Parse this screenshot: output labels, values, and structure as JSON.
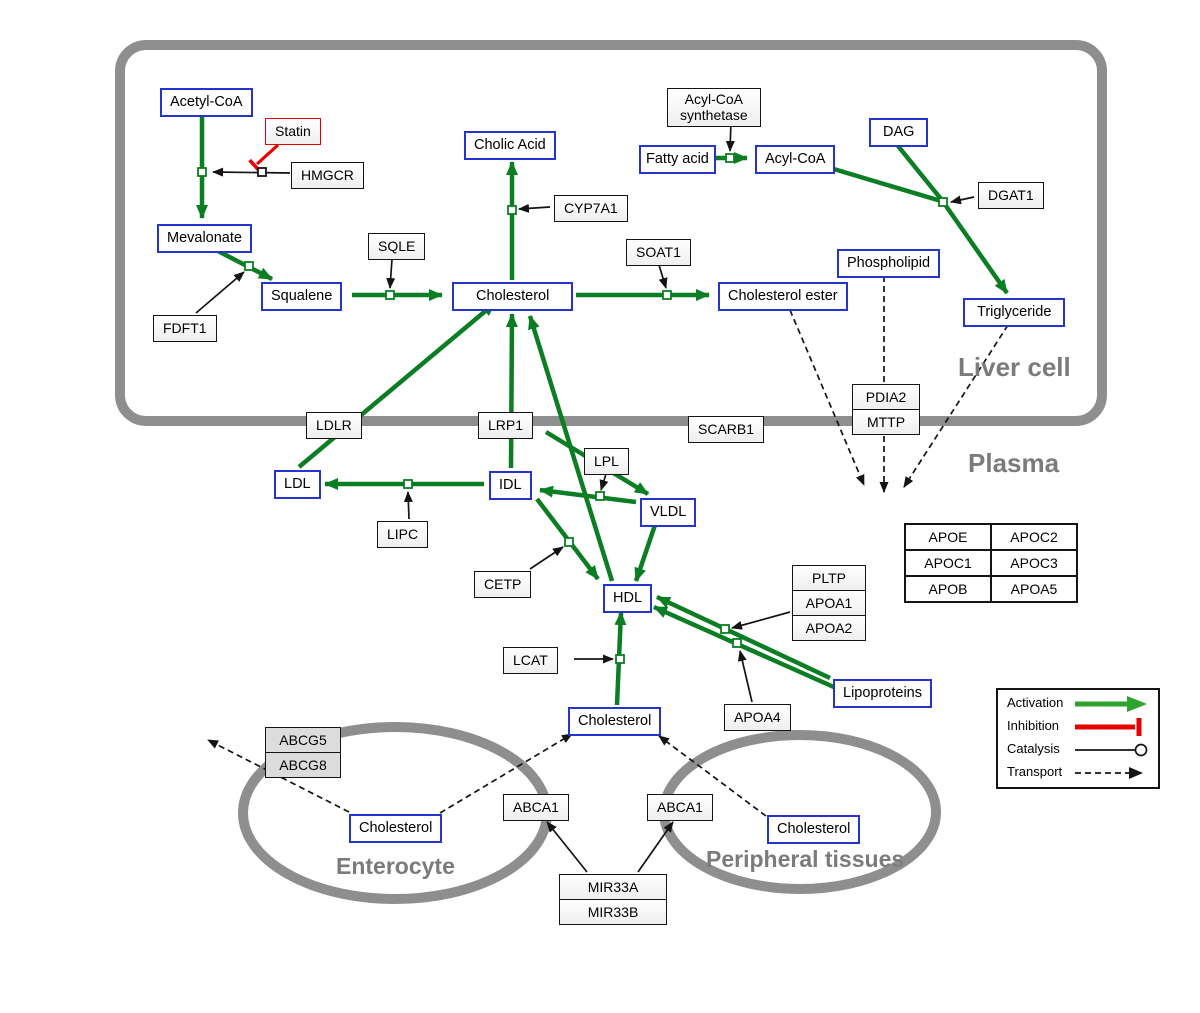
{
  "compartments": {
    "liver": "Liver cell",
    "plasma": "Plasma",
    "enterocyte": "Enterocyte",
    "peripheral": "Peripheral tissues"
  },
  "metabolites": {
    "acetyl_coa": "Acetyl-CoA",
    "mevalonate": "Mevalonate",
    "squalene": "Squalene",
    "cholesterol_liver": "Cholesterol",
    "cholic_acid": "Cholic Acid",
    "fatty_acid": "Fatty acid",
    "acyl_coa": "Acyl-CoA",
    "dag": "DAG",
    "phospholipid": "Phospholipid",
    "triglyceride": "Triglyceride",
    "cholesterol_ester": "Cholesterol ester",
    "ldl": "LDL",
    "idl": "IDL",
    "vldl": "VLDL",
    "hdl": "HDL",
    "cholesterol_plasma": "Cholesterol",
    "lipoproteins": "Lipoproteins",
    "cholesterol_enterocyte": "Cholesterol",
    "cholesterol_peripheral": "Cholesterol"
  },
  "inhibitors": {
    "statin": "Statin"
  },
  "enzymes": {
    "hmgcr": "HMGCR",
    "fdft1": "FDFT1",
    "sqle": "SQLE",
    "cyp7a1": "CYP7A1",
    "soat1": "SOAT1",
    "acs_line1": "Acyl-CoA",
    "acs_line2": "synthetase",
    "dgat1": "DGAT1",
    "pdia2": "PDIA2",
    "mttp": "MTTP",
    "ldlr": "LDLR",
    "lrp1": "LRP1",
    "scarb1": "SCARB1",
    "lpl": "LPL",
    "lipc": "LIPC",
    "cetp": "CETP",
    "lcat": "LCAT",
    "pltp": "PLTP",
    "apoa1": "APOA1",
    "apoa2": "APOA2",
    "apoa4": "APOA4",
    "abcg5": "ABCG5",
    "abcg8": "ABCG8",
    "abca1_enterocyte": "ABCA1",
    "abca1_peripheral": "ABCA1",
    "mir33a": "MIR33A",
    "mir33b": "MIR33B"
  },
  "apolipoproteins": {
    "rows": [
      [
        "APOE",
        "APOC2"
      ],
      [
        "APOC1",
        "APOC3"
      ],
      [
        "APOB",
        "APOA5"
      ]
    ]
  },
  "legend": {
    "activation": "Activation",
    "inhibition": "Inhibition",
    "catalysis": "Catalysis",
    "transport": "Transport"
  },
  "colors": {
    "metabolite_border": "#2535cc",
    "activation_green": "#0b7d22",
    "inhibition_red": "#e60000",
    "compartment_gray": "#8e8e8e"
  }
}
